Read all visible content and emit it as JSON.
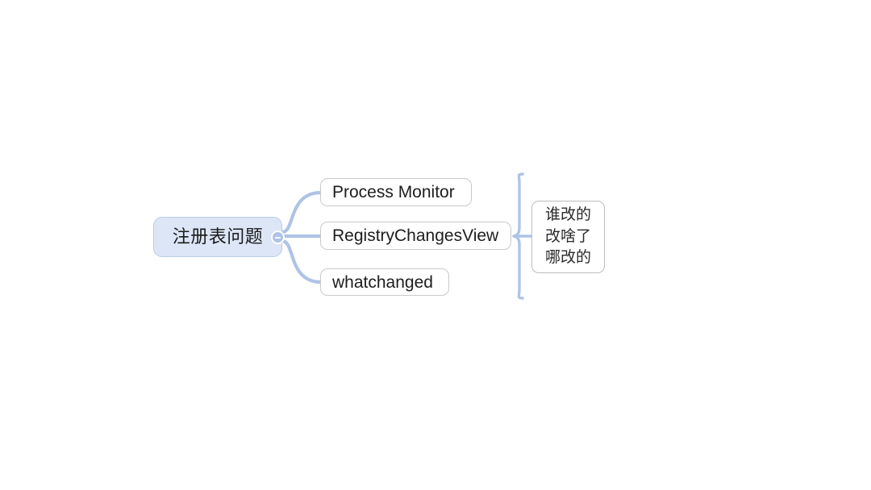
{
  "diagram": {
    "type": "mindmap",
    "background_color": "#ffffff",
    "accent_color": "#aec3e6",
    "root": {
      "label": "注册表问题",
      "fill_color": "#dce6f7",
      "border_color": "#b9cdeb",
      "toggle": {
        "icon": "minus-circle-icon",
        "state": "expanded"
      }
    },
    "children": [
      {
        "label": "Process Monitor"
      },
      {
        "label": "RegistryChangesView"
      },
      {
        "label": "whatchanged"
      }
    ],
    "annotation": {
      "bracket_icon": "curly-brace-icon",
      "bracket_color": "#aec3e6",
      "lines": [
        "谁改的",
        "改啥了",
        "哪改的"
      ]
    }
  }
}
